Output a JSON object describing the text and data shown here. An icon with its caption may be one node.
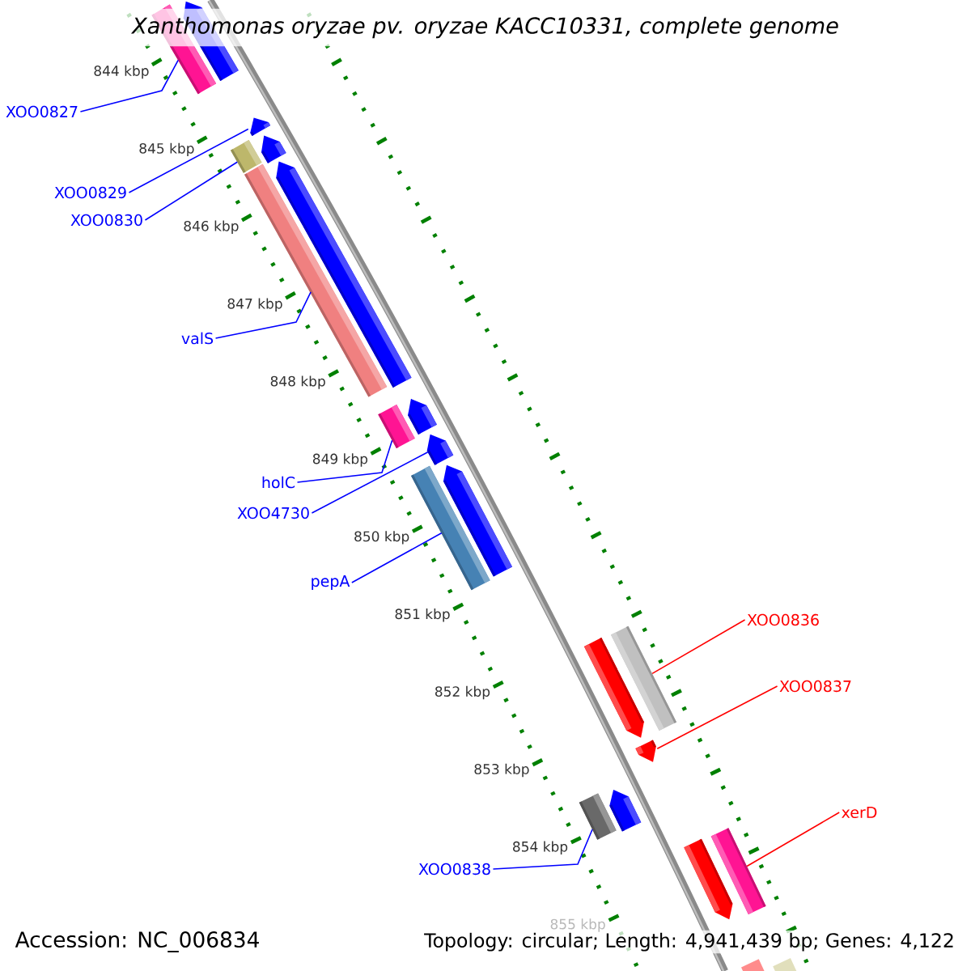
{
  "diagram": {
    "title": "Xanthomonas oryzae pv. oryzae KACC10331, complete genome",
    "nodes": [
      {
        "text": [
          "XOO0827"
        ]
      },
      {
        "text": [
          "XOO0829"
        ]
      },
      {
        "text": [
          "XOO0830"
        ]
      },
      {
        "text": [
          "valS"
        ]
      },
      {
        "text": [
          "holC"
        ]
      },
      {
        "text": [
          "XOO4730"
        ]
      },
      {
        "text": [
          "pepA"
        ]
      },
      {
        "text": [
          "XOO0836"
        ]
      },
      {
        "text": [
          "XOO0837"
        ]
      },
      {
        "text": [
          "xerD"
        ]
      },
      {
        "text": [
          "XOO0838"
        ]
      },
      {
        "text": [],
        "shape": "bar"
      },
      {
        "text": [],
        "shape": "pentagon"
      },
      {
        "text": [],
        "shape": "pentagon"
      },
      {
        "text": [],
        "shape": "bar"
      },
      {
        "text": [],
        "shape": "pentagon"
      },
      {
        "text": [],
        "shape": "bar"
      },
      {
        "text": [],
        "shape": "pentagon"
      },
      {
        "text": [],
        "shape": "bar"
      },
      {
        "text": [],
        "shape": "pentagon"
      },
      {
        "text": [],
        "shape": "pentagon"
      },
      {
        "text": [],
        "shape": "bar"
      },
      {
        "text": [],
        "shape": "pentagon"
      },
      {
        "text": [],
        "shape": "pentagon"
      },
      {
        "text": [],
        "shape": "bar"
      },
      {
        "text": [],
        "shape": "pentagon"
      },
      {
        "text": [],
        "shape": "bar"
      },
      {
        "text": [],
        "shape": "pentagon"
      },
      {
        "text": [],
        "shape": "pentagon"
      },
      {
        "text": [],
        "shape": "bar"
      },
      {
        "text": [],
        "shape": "pentagon"
      },
      {
        "text": [],
        "shape": "bar"
      }
    ],
    "edges": [
      {
        "from": 0,
        "to": 11,
        "arrow": "none"
      },
      {
        "from": 1,
        "to": 13,
        "arrow": "none"
      },
      {
        "from": 2,
        "to": 14,
        "arrow": "none"
      },
      {
        "from": 3,
        "to": 16,
        "arrow": "none"
      },
      {
        "from": 4,
        "to": 18,
        "arrow": "none"
      },
      {
        "from": 5,
        "to": 20,
        "arrow": "none"
      },
      {
        "from": 6,
        "to": 21,
        "arrow": "none"
      },
      {
        "from": 7,
        "to": 24,
        "arrow": "none",
        "color": "#ff0000"
      },
      {
        "from": 8,
        "to": 25,
        "arrow": "none",
        "color": "#ff0000"
      },
      {
        "from": 9,
        "to": 29,
        "arrow": "none",
        "color": "#ff0000"
      },
      {
        "from": 10,
        "to": 26,
        "arrow": "none"
      }
    ],
    "labels": [
      "844 kbp",
      "845 kbp",
      "846 kbp",
      "847 kbp",
      "848 kbp",
      "849 kbp",
      "850 kbp",
      "851 kbp",
      "852 kbp",
      "853 kbp",
      "854 kbp",
      "855 kbp",
      "Accession: NC_006834",
      "Topology: circular; Length: 4,941,439 bp; Genes: 4,122"
    ]
  }
}
